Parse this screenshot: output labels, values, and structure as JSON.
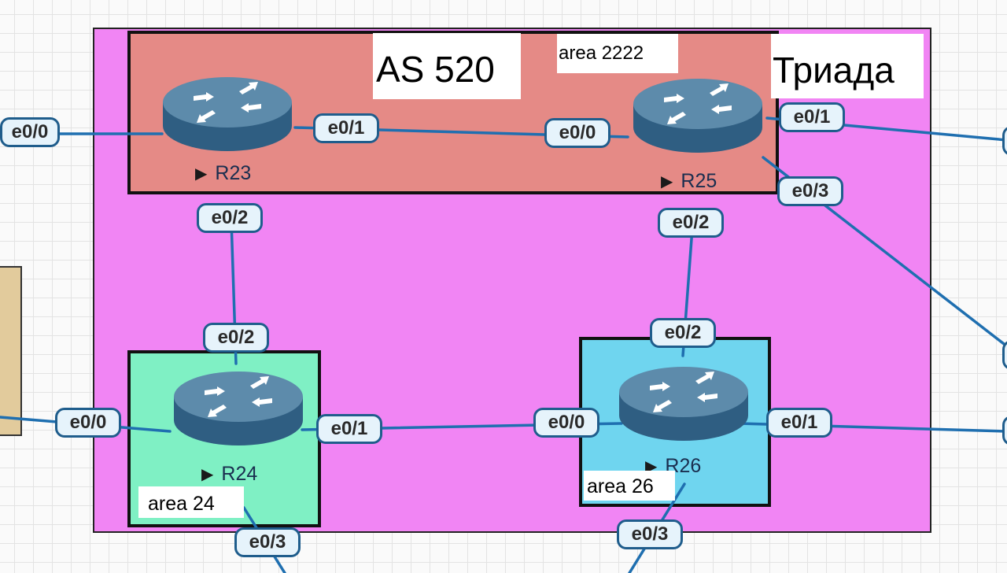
{
  "diagram": {
    "as_title": "AS 520",
    "triada": "Триада",
    "areas": {
      "area_2222": "area 2222",
      "area_24": "area 24",
      "area_26": "area 26"
    },
    "routers": {
      "r23": "R23",
      "r24": "R24",
      "r25": "R25",
      "r26": "R26"
    },
    "ports": {
      "r23_e00": "e0/0",
      "r23_e01": "e0/1",
      "r23_e02": "e0/2",
      "r25_e00": "e0/0",
      "r25_e01": "e0/1",
      "r25_e02": "e0/2",
      "r25_e03": "e0/3",
      "r24_e00": "e0/0",
      "r24_e01": "e0/1",
      "r24_e02": "e0/2",
      "r24_e03": "e0/3",
      "r26_e00": "e0/0",
      "r26_e01": "e0/1",
      "r26_e02": "e0/2",
      "r26_e03": "e0/3"
    },
    "play_glyph": "▶",
    "colors": {
      "as_region": "#f185f4",
      "area_2222": "#e58a86",
      "area_24": "#7ff0c4",
      "area_26": "#6fd5ef",
      "link": "#1f6fb0",
      "router_body": "#2f5e82"
    }
  }
}
